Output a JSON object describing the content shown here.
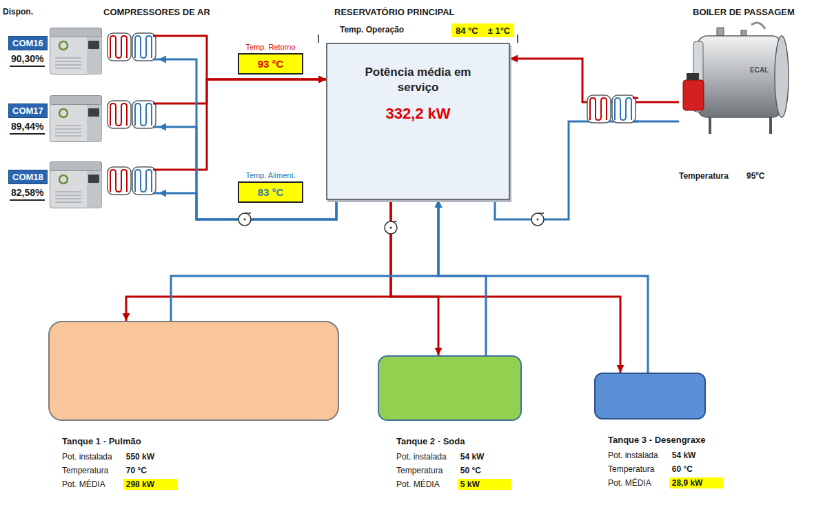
{
  "diagram": {
    "nodes": [
      {
        "text": [
          "COM16",
          "90,30%"
        ]
      },
      {
        "text": [
          "COM17",
          "89,44%"
        ]
      },
      {
        "text": [
          "COM18",
          "82,58%"
        ]
      },
      {
        "text": [
          "Temp. Retorno",
          "93 °C"
        ]
      },
      {
        "text": [
          "Temp. Aliment.",
          "83 °C"
        ]
      },
      {
        "text": [
          "Potência média em serviço",
          "332,2 kW"
        ]
      },
      {
        "text": [
          "BOILER DE PASSAGEM",
          "Temperatura",
          "95ºC"
        ]
      },
      {
        "text": [
          "Tanque 1 - Pulmão",
          "Pot. instalada",
          "550 kW",
          "Temperatura",
          "70 °C",
          "Pot. MÉDIA",
          "298 kW"
        ]
      },
      {
        "text": [
          "Tanque 2 - Soda",
          "Pot. instalada",
          "54 kW",
          "Temperatura",
          "50 °C",
          "Pot. MÉDIA",
          "5 kW"
        ]
      },
      {
        "text": [
          "Tanque 3 - Desengraxe",
          "Pot. instalada",
          "54 kW",
          "Temperatura",
          "60 °C",
          "Pot. MÉDIA",
          "28,9 kW"
        ]
      }
    ],
    "edges": [
      {
        "from": 0,
        "to": 5,
        "arrow": "to"
      },
      {
        "from": 1,
        "to": 5,
        "arrow": "to"
      },
      {
        "from": 2,
        "to": 5,
        "arrow": "to"
      },
      {
        "from": 5,
        "to": 0,
        "arrow": "to"
      },
      {
        "from": 5,
        "to": 1,
        "arrow": "to"
      },
      {
        "from": 5,
        "to": 2,
        "arrow": "to"
      },
      {
        "from": 6,
        "to": 5,
        "arrow": "to"
      },
      {
        "from": 5,
        "to": 6,
        "arrow": "none"
      },
      {
        "from": 5,
        "to": 7,
        "arrow": "to"
      },
      {
        "from": 5,
        "to": 8,
        "arrow": "to"
      },
      {
        "from": 5,
        "to": 9,
        "arrow": "to"
      },
      {
        "from": 7,
        "to": 5,
        "arrow": "to"
      },
      {
        "from": 8,
        "to": 5,
        "arrow": "to"
      },
      {
        "from": 9,
        "to": 5,
        "arrow": "to"
      }
    ],
    "labels": [
      "Dispon.",
      "COMPRESSORES DE AR",
      "RESERVATÓRIO PRINCIPAL",
      "Temp. Operação",
      "84 °C",
      "± 1°C",
      "ECAL"
    ]
  }
}
